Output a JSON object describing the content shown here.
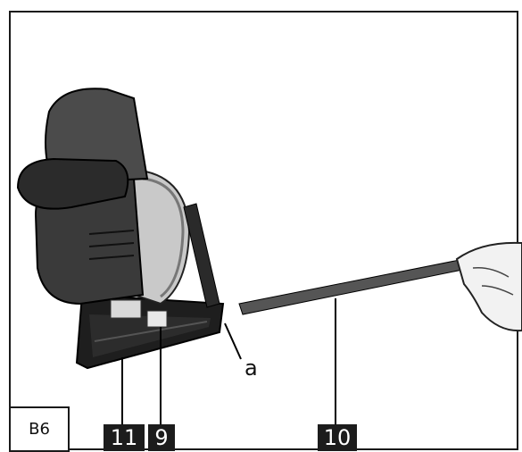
{
  "figure": {
    "label": "B6",
    "callouts": {
      "saw_base": "11",
      "guide_lock": "9",
      "parallel_guide": "10",
      "edge_marker": "a"
    }
  }
}
